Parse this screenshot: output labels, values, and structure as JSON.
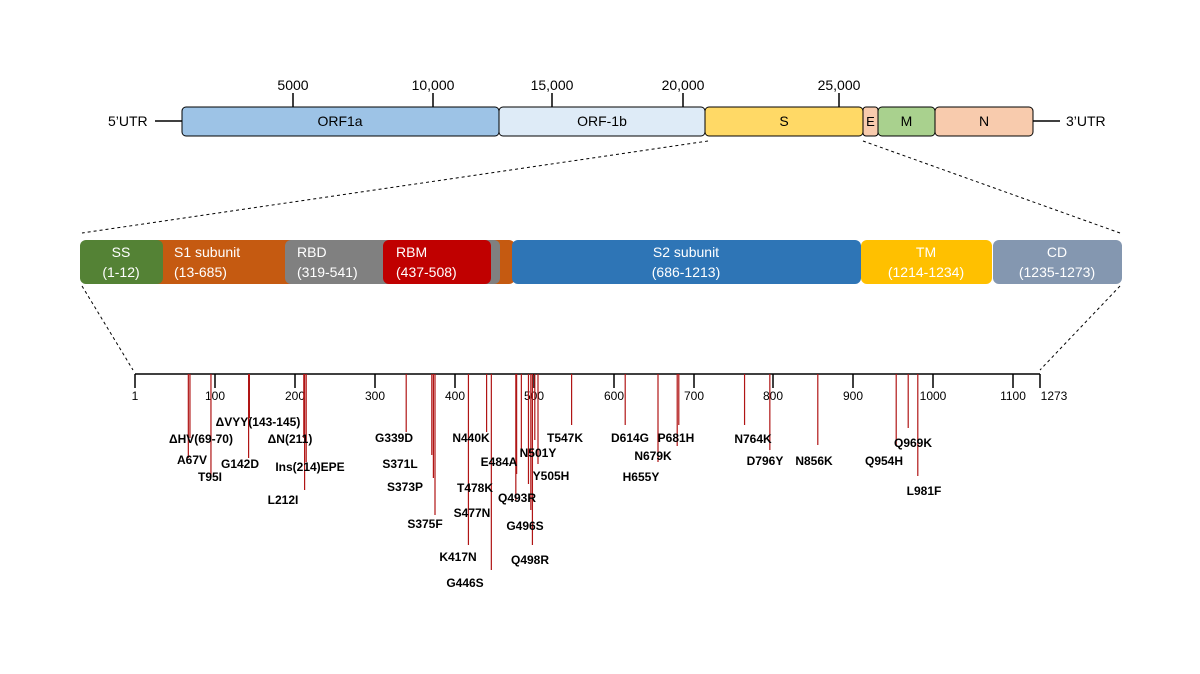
{
  "genome": {
    "utr5_label": "5’UTR",
    "utr3_label": "3’UTR",
    "tick_labels": [
      "5000",
      "10,000",
      "15,000",
      "20,000",
      "25,000"
    ],
    "genes": [
      {
        "label": "ORF1a",
        "color": "#9dc3e6"
      },
      {
        "label": "ORF-1b",
        "color": "#deebf7"
      },
      {
        "label": "S",
        "color": "#ffd966"
      },
      {
        "label": "E",
        "color": "#f8cbad"
      },
      {
        "label": "M",
        "color": "#a9d18e"
      },
      {
        "label": "N",
        "color": "#f8cbad"
      }
    ]
  },
  "spike": {
    "domains": [
      {
        "name": "SS",
        "range": "(1-12)",
        "color": "#548235"
      },
      {
        "name": "S1 subunit",
        "range": "(13-685)",
        "color": "#c55a11"
      },
      {
        "name": "RBD",
        "range": "(319-541)",
        "color": "#808080"
      },
      {
        "name": "RBM",
        "range": "(437-508)",
        "color": "#c00000"
      },
      {
        "name": "S2 subunit",
        "range": "(686-1213)",
        "color": "#2e75b6"
      },
      {
        "name": "TM",
        "range": "(1214-1234)",
        "color": "#ffc000"
      },
      {
        "name": "CD",
        "range": "(1235-1273)",
        "color": "#8497b0"
      }
    ]
  },
  "axis": {
    "ticks": [
      "1",
      "100",
      "200",
      "300",
      "400",
      "500",
      "600",
      "700",
      "800",
      "900",
      "1000",
      "1100",
      "1273"
    ]
  },
  "mutations": [
    {
      "label": "ΔHV(69-70)",
      "pos": 69
    },
    {
      "label": "A67V",
      "pos": 67
    },
    {
      "label": "T95I",
      "pos": 95
    },
    {
      "label": "ΔVYY(143-145)",
      "pos": 143
    },
    {
      "label": "G142D",
      "pos": 142
    },
    {
      "label": "ΔN(211)",
      "pos": 211
    },
    {
      "label": "Ins(214)EPE",
      "pos": 214
    },
    {
      "label": "L212I",
      "pos": 212
    },
    {
      "label": "G339D",
      "pos": 339
    },
    {
      "label": "S371L",
      "pos": 371
    },
    {
      "label": "S373P",
      "pos": 373
    },
    {
      "label": "S375F",
      "pos": 375
    },
    {
      "label": "K417N",
      "pos": 417
    },
    {
      "label": "G446S",
      "pos": 446
    },
    {
      "label": "N440K",
      "pos": 440
    },
    {
      "label": "S477N",
      "pos": 477
    },
    {
      "label": "T478K",
      "pos": 478
    },
    {
      "label": "E484A",
      "pos": 484
    },
    {
      "label": "Q493R",
      "pos": 493
    },
    {
      "label": "G496S",
      "pos": 496
    },
    {
      "label": "Q498R",
      "pos": 498
    },
    {
      "label": "N501Y",
      "pos": 501
    },
    {
      "label": "Y505H",
      "pos": 505
    },
    {
      "label": "T547K",
      "pos": 547
    },
    {
      "label": "D614G",
      "pos": 614
    },
    {
      "label": "H655Y",
      "pos": 655
    },
    {
      "label": "N679K",
      "pos": 679
    },
    {
      "label": "P681H",
      "pos": 681
    },
    {
      "label": "N764K",
      "pos": 764
    },
    {
      "label": "D796Y",
      "pos": 796
    },
    {
      "label": "N856K",
      "pos": 856
    },
    {
      "label": "Q954H",
      "pos": 954
    },
    {
      "label": "Q969K",
      "pos": 969
    },
    {
      "label": "L981F",
      "pos": 981
    }
  ]
}
